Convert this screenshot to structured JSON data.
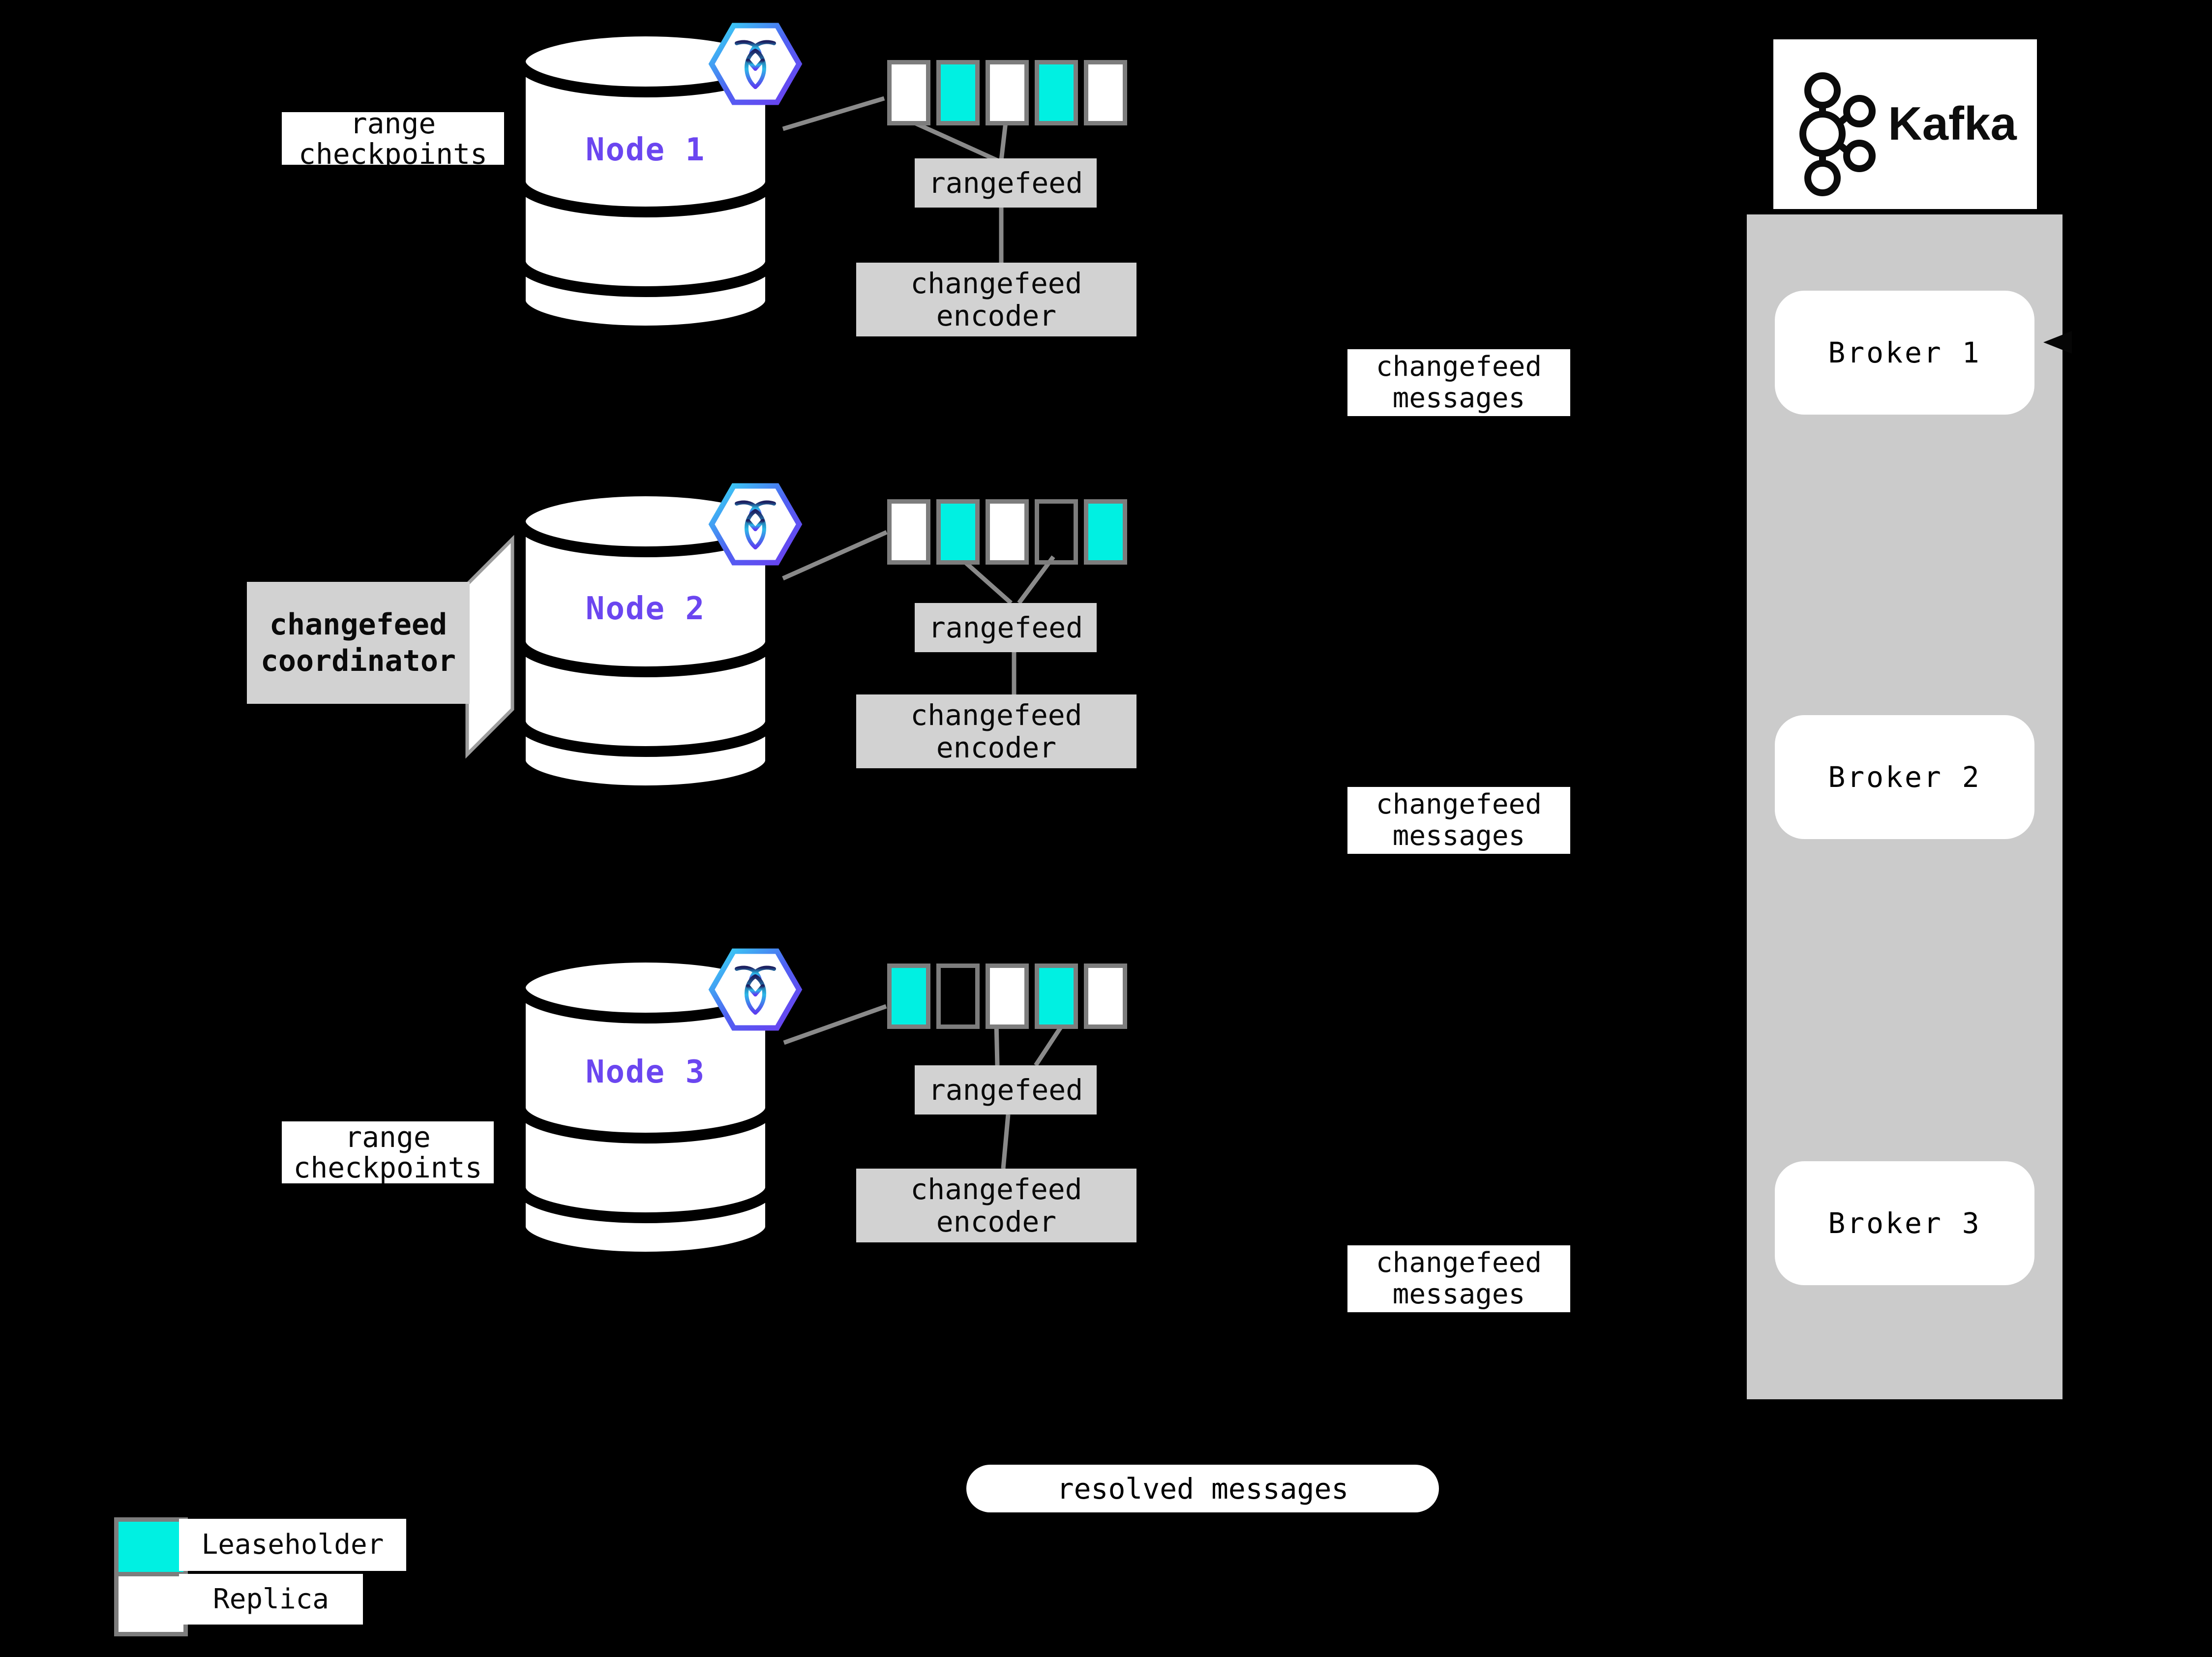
{
  "colors": {
    "background": "#000000",
    "leaseholder_teal": "#00f0e2",
    "replica_white": "#ffffff",
    "label_box_gray": "#d2d2d2",
    "broker_column_gray": "#cbcbcb",
    "node_label_purple": "#6b46f0",
    "connector_gray": "#8a8a8a",
    "range_border_gray": "#7d7d7d"
  },
  "nodes": [
    {
      "label": "Node 1",
      "checkpoint_label": "range checkpoints",
      "rangefeed_label": "rangefeed",
      "encoder_label": "changefeed encoder",
      "messages_label": "changefeed messages",
      "ranges": [
        "replica",
        "leaseholder",
        "replica",
        "leaseholder",
        "replica"
      ]
    },
    {
      "label": "Node 2",
      "coordinator_label": "changefeed coordinator",
      "rangefeed_label": "rangefeed",
      "encoder_label": "changefeed encoder",
      "messages_label": "changefeed messages",
      "ranges": [
        "replica",
        "leaseholder",
        "replica",
        "empty",
        "leaseholder"
      ]
    },
    {
      "label": "Node 3",
      "checkpoint_label": "range checkpoints",
      "rangefeed_label": "rangefeed",
      "encoder_label": "changefeed encoder",
      "messages_label": "changefeed messages",
      "ranges": [
        "leaseholder",
        "empty",
        "replica",
        "leaseholder",
        "replica"
      ]
    }
  ],
  "kafka": {
    "title": "Kafka",
    "brokers": [
      {
        "label": "Broker 1"
      },
      {
        "label": "Broker 2"
      },
      {
        "label": "Broker 3"
      }
    ]
  },
  "resolved_messages_label": "resolved messages",
  "legend": {
    "items": [
      {
        "kind": "leaseholder",
        "label": "Leaseholder"
      },
      {
        "kind": "replica",
        "label": "Replica"
      }
    ]
  }
}
